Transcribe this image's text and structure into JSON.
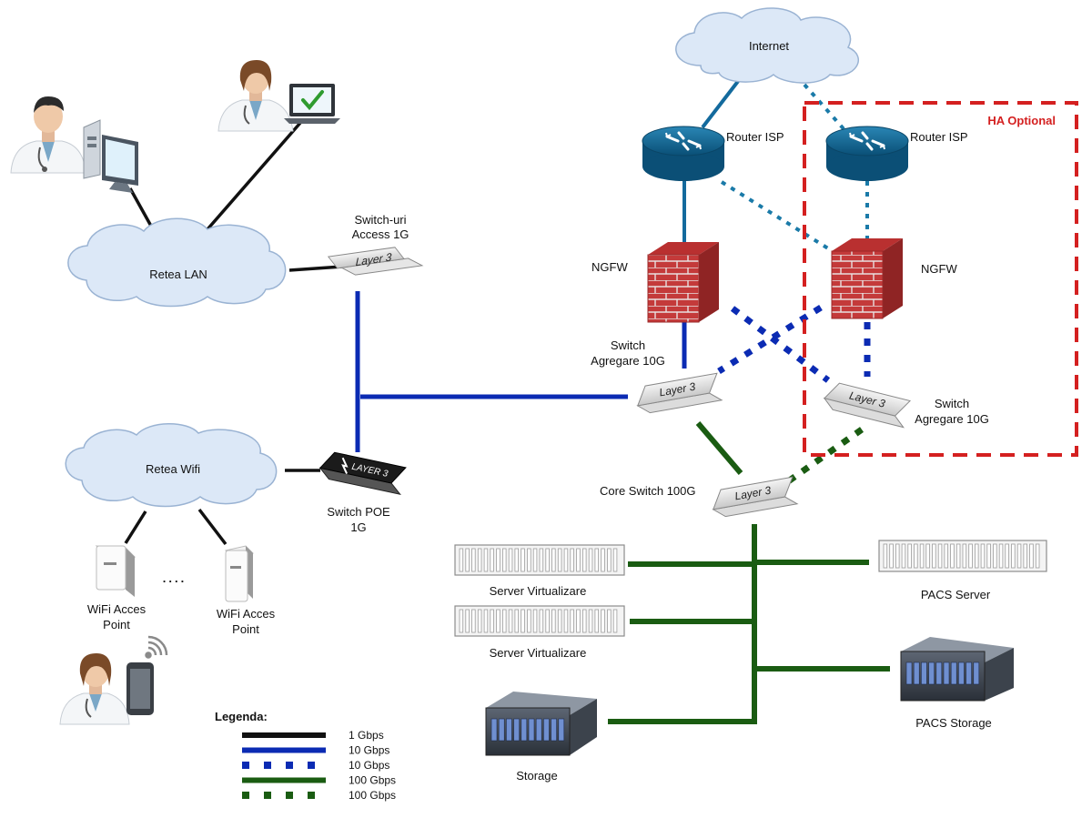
{
  "colors": {
    "gbps_1": "#111111",
    "gbps_10": "#0b2bb3",
    "gbps_100": "#1a5c12",
    "ha_border": "#d42020",
    "cloud_fill": "#dce8f7",
    "cloud_stroke": "#9ab3d3",
    "router_fill": "#0d5f8a",
    "brick_red": "#c03030"
  },
  "labels": {
    "internet": "Internet",
    "router_isp_1": "Router ISP",
    "router_isp_2": "Router ISP",
    "ha_optional": "HA Optional",
    "ngfw_1": "NGFW",
    "ngfw_2": "NGFW",
    "switch_agg_1_line1": "Switch",
    "switch_agg_1_line2": "Agregare 10G",
    "switch_agg_2_line1": "Switch",
    "switch_agg_2_line2": "Agregare 10G",
    "core_switch": "Core Switch 100G",
    "switch_access_line1": "Switch-uri",
    "switch_access_line2": "Access 1G",
    "retea_lan": "Retea LAN",
    "retea_wifi": "Retea Wifi",
    "switch_poe_line1": "Switch POE",
    "switch_poe_line2": "1G",
    "wifi_ap_1_line1": "WiFi Acces",
    "wifi_ap_1_line2": "Point",
    "wifi_ap_2_line1": "WiFi Acces",
    "wifi_ap_2_line2": "Point",
    "ellipsis": "....",
    "server_virt_1": "Server Virtualizare",
    "server_virt_2": "Server Virtualizare",
    "pacs_server": "PACS Server",
    "pacs_storage": "PACS Storage",
    "storage": "Storage",
    "layer3": "Layer 3",
    "layer3_caps": "LAYER 3"
  },
  "legend": {
    "title": "Legenda:",
    "items": [
      {
        "label": "1 Gbps",
        "style": "solid",
        "color": "#111111"
      },
      {
        "label": "10 Gbps",
        "style": "solid",
        "color": "#0b2bb3"
      },
      {
        "label": "10 Gbps",
        "style": "dotted",
        "color": "#0b2bb3"
      },
      {
        "label": "100 Gbps",
        "style": "solid",
        "color": "#1a5c12"
      },
      {
        "label": "100 Gbps",
        "style": "dotted",
        "color": "#1a5c12"
      }
    ]
  }
}
